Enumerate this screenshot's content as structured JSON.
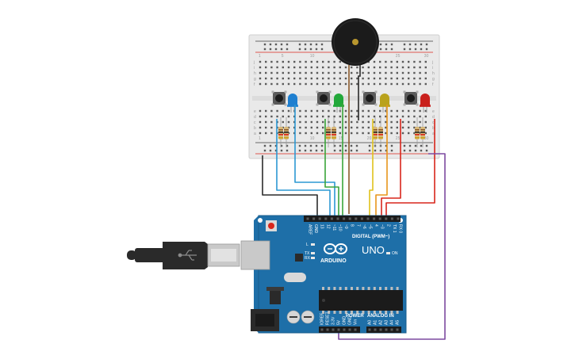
{
  "board": {
    "logo_text": "ARDUINO",
    "model_text": "UNO",
    "digital_label": "DIGITAL (PWM~)",
    "power_label": "POWER",
    "analog_label": "ANALOG IN",
    "on_label": "ON",
    "tx_label": "TX",
    "rx_label": "RX",
    "l_label": "L",
    "top_pins": [
      "AREF",
      "GND",
      "13",
      "12",
      "~11",
      "~10",
      "~9",
      "8",
      "7",
      "~6",
      "~5",
      "4",
      "~3",
      "2",
      "TX 1",
      "RX 0"
    ],
    "power_pins": [
      "IOREF",
      "RESET",
      "3.3V",
      "5V",
      "GND",
      "GND",
      "Vin"
    ],
    "analog_pins": [
      "A0",
      "A1",
      "A2",
      "A3",
      "A4",
      "A5"
    ]
  },
  "breadboard": {
    "column_numbers": [
      "1",
      "5",
      "10",
      "15",
      "20",
      "25",
      "30"
    ],
    "row_letters": [
      "a",
      "b",
      "c",
      "d",
      "e",
      "f",
      "g",
      "h",
      "i",
      "j"
    ]
  },
  "components": {
    "buttons": 4,
    "leds": [
      {
        "color": "#1e7fd0"
      },
      {
        "color": "#22a83a"
      },
      {
        "color": "#b9a21c"
      },
      {
        "color": "#c9201c"
      }
    ],
    "resistors": 8,
    "buzzer": 1
  },
  "wires": {
    "colors": {
      "black": "#2b2b2b",
      "blue": "#2c98d3",
      "green": "#3aa53a",
      "brown": "#8a5a2b",
      "yellow": "#e0c21c",
      "orange": "#e8961c",
      "red": "#d8261c",
      "purple": "#7d4aa0"
    }
  }
}
